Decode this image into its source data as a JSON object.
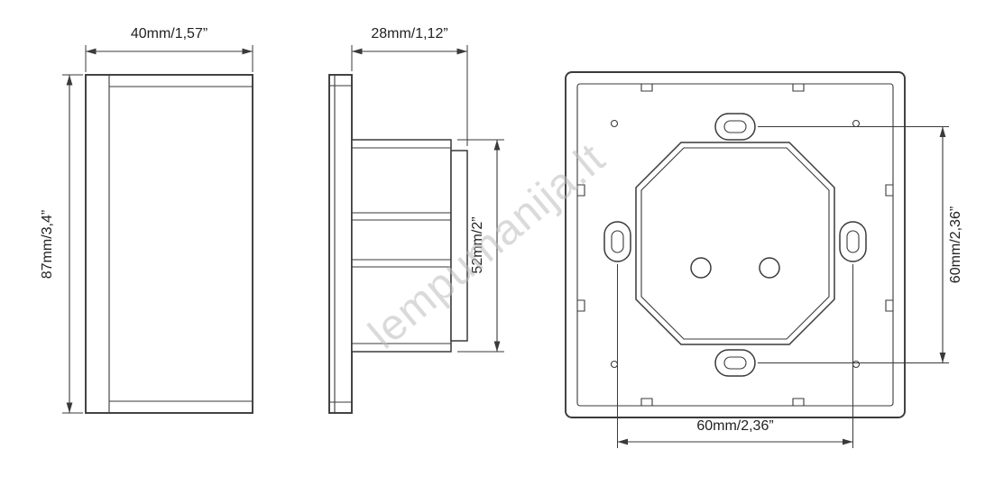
{
  "watermark": {
    "text": "lempumanija.lt",
    "color": "#bdbdbd"
  },
  "drawing": {
    "line_color": "#3a3a3a",
    "views": {
      "front": {
        "width_label": "40mm/1,57”",
        "height_label": "87mm/3,4”"
      },
      "side": {
        "depth_label": "28mm/1,12”",
        "height_label": "52mm/2”"
      },
      "back": {
        "vertical_pitch_label": "60mm/2,36”",
        "horizontal_pitch_label": "60mm/2,36”"
      }
    }
  }
}
